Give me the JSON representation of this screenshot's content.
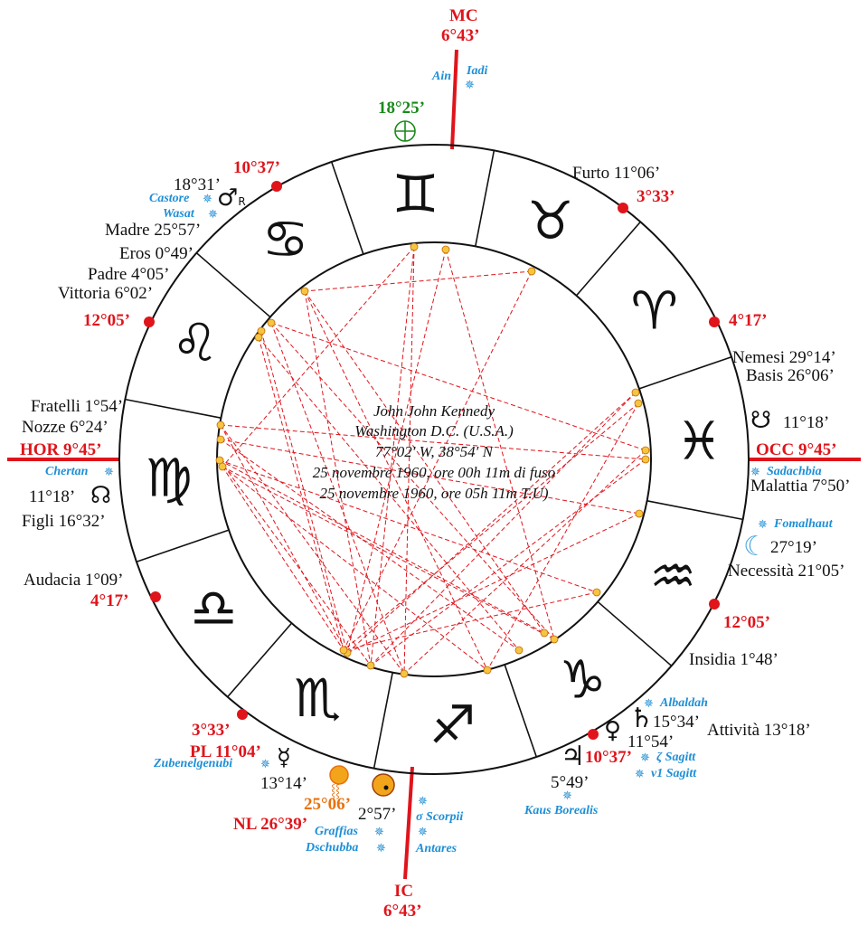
{
  "header": {
    "name": "John John Kennedy",
    "place": "Washington D.C. (U.S.A.)",
    "coords": "77°02′ W,    38°54′ N",
    "local_time": "25 novembre 1960, ore 00h 11m di fuso",
    "ut_time": "25 novembre 1960, ore 05h 11m T.U)"
  },
  "axes": {
    "mc": {
      "name": "MC",
      "deg": "6°43’"
    },
    "ic": {
      "name": "IC",
      "deg": "6°43’"
    },
    "hor": "HOR 9°45’",
    "occ": "OCC 9°45’"
  },
  "signs": [
    "gemini",
    "taurus",
    "aries",
    "pisces",
    "aquarius",
    "capricorn",
    "sagittarius",
    "scorpio",
    "libra",
    "virgo",
    "leo",
    "cancer"
  ],
  "sign_glyphs": [
    "♊",
    "♉",
    "♈",
    "♓",
    "♒",
    "♑",
    "♐",
    "♏",
    "♎",
    "♍",
    "♌",
    "♋"
  ],
  "cusps": {
    "c1037a": "10°37’",
    "c333a": "3°33’",
    "c417a": "4°17’",
    "c1205a": "12°05’",
    "c1205b": "12°05’",
    "c417b": "4°17’",
    "c333b": "3°33’",
    "c1037b": "10°37’"
  },
  "labels": {
    "furto": "Furto 11°06’",
    "mars_deg": "18°31’",
    "madre": "Madre 25°57’",
    "eros": "Eros 0°49’",
    "padre": "Padre 4°05’",
    "vittoria": "Vittoria 6°02’",
    "nemesi": "Nemesi 29°14’",
    "basis": "Basis 26°06’",
    "fratelli": "Fratelli 1°54’",
    "nozze": "Nozze 6°24’",
    "snode_deg": "11°18’",
    "nnode_deg": "11°18’",
    "figli": "Figli 16°32’",
    "malattia": "Malattia 7°50’",
    "moon_deg": "27°19’",
    "necessita": "Necessità 21°05’",
    "audacia": "Audacia 1°09’",
    "insidia": "Insidia 1°48’",
    "attivita": "Attività 13°18’",
    "saturn_deg": "15°34’",
    "venus_deg": "11°54’",
    "jupiter_deg": "5°49’",
    "pl": "PL  11°04’",
    "mercury_deg": "13°14’",
    "sun_deg": "25°06’",
    "nl": "NL  26°39’",
    "pluto_deg": "2°57’",
    "earth_deg": "18°25’"
  },
  "stars": {
    "ain": "Ain",
    "iadi": "Iadi",
    "castore": "Castore",
    "wasat": "Wasat",
    "chertan": "Chertan",
    "sadachbia": "Sadachbia",
    "fomalhaut": "Fomalhaut",
    "albaldah": "Albaldah",
    "zeta": "ζ Sagitt",
    "nu1": "ν1 Sagitt",
    "kaus": "Kaus Borealis",
    "zubenel": "Zubenelgenubi",
    "sigma": "σ Scorpii",
    "graffias": "Graffias",
    "dschubba": "Dschubba",
    "antares": "Antares"
  },
  "colors": {
    "red": "#e0141b",
    "blue": "#1e8fd6",
    "green": "#1a8a1a",
    "orange": "#e8720c",
    "dot": "#f5c542"
  }
}
